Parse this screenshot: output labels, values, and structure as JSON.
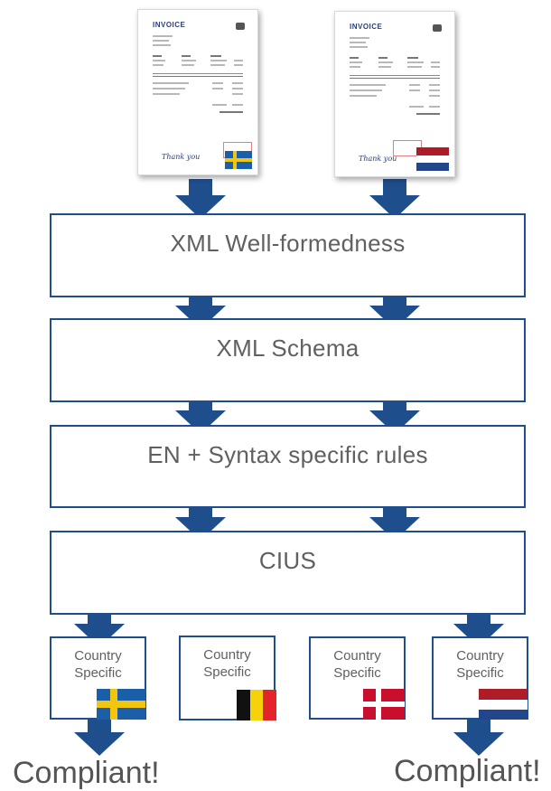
{
  "invoices": [
    {
      "title": "INVOICE",
      "thanks": "Thank you",
      "flag": "sweden-flag"
    },
    {
      "title": "INVOICE",
      "thanks": "Thank you",
      "flag": "netherlands-flag"
    }
  ],
  "stages": [
    {
      "label": "XML Well-formedness"
    },
    {
      "label": "XML Schema"
    },
    {
      "label": "EN + Syntax specific rules"
    },
    {
      "label": "CIUS"
    }
  ],
  "countries": [
    {
      "line1": "Country",
      "line2": "Specific",
      "flag": "sweden-flag"
    },
    {
      "line1": "Country",
      "line2": "Specific",
      "flag": "belgium-flag"
    },
    {
      "line1": "Country",
      "line2": "Specific",
      "flag": "denmark-flag"
    },
    {
      "line1": "Country",
      "line2": "Specific",
      "flag": "netherlands-flag"
    }
  ],
  "results": {
    "left": "Compliant!",
    "right": "Compliant!"
  },
  "colors": {
    "arrow": "#1f4e8c",
    "box_border": "#1f4e8c",
    "text": "#606060"
  }
}
